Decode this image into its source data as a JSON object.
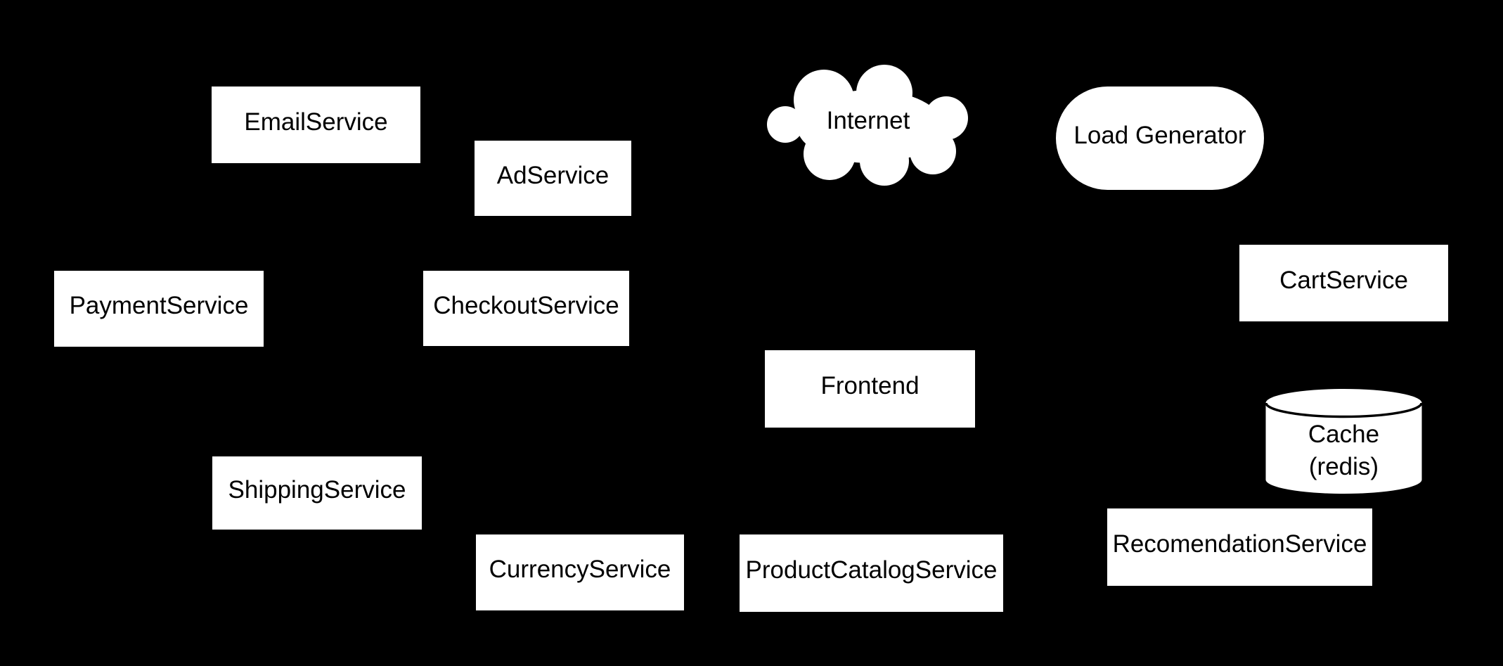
{
  "diagram": {
    "type": "architecture-diagram",
    "colors": {
      "background": "#000000",
      "node_fill": "#ffffff",
      "node_text": "#000000",
      "cylinder_stroke": "#000000"
    },
    "nodes": {
      "email_service": {
        "label": "EmailService",
        "shape": "box"
      },
      "ad_service": {
        "label": "AdService",
        "shape": "box"
      },
      "internet": {
        "label": "Internet",
        "shape": "cloud"
      },
      "load_generator": {
        "label": "Load Generator",
        "shape": "stadium"
      },
      "payment_service": {
        "label": "PaymentService",
        "shape": "box"
      },
      "checkout_service": {
        "label": "CheckoutService",
        "shape": "box"
      },
      "cart_service": {
        "label": "CartService",
        "shape": "box"
      },
      "frontend": {
        "label": "Frontend",
        "shape": "box"
      },
      "cache": {
        "label": "Cache\n(redis)",
        "shape": "cylinder"
      },
      "shipping_service": {
        "label": "ShippingService",
        "shape": "box"
      },
      "currency_service": {
        "label": "CurrencyService",
        "shape": "box"
      },
      "product_catalog_service": {
        "label": "ProductCatalogService",
        "shape": "box"
      },
      "recomendation_service": {
        "label": "RecomendationService",
        "shape": "box"
      }
    }
  }
}
